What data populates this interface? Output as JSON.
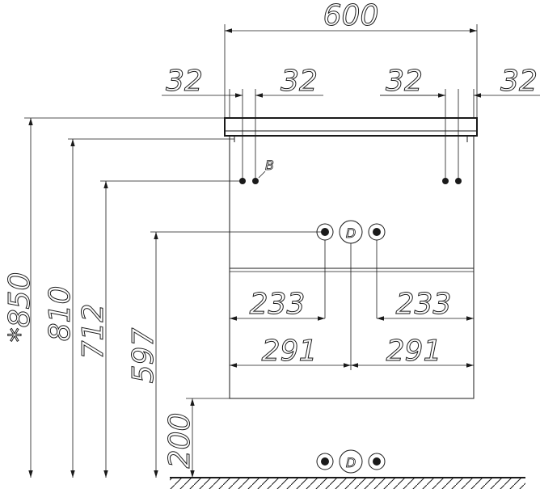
{
  "dimensions": {
    "total_width": "600",
    "offset_left_outer": "32",
    "offset_left_inner": "32",
    "offset_right_inner": "32",
    "offset_right_outer": "32",
    "total_height": "*850",
    "height_810": "810",
    "height_712": "712",
    "height_597": "597",
    "height_200": "200",
    "left_233": "233",
    "right_233": "233",
    "left_291": "291",
    "right_291": "291"
  },
  "labels": {
    "mount_point": "B",
    "drain_top": "D",
    "drain_bottom": "D"
  }
}
